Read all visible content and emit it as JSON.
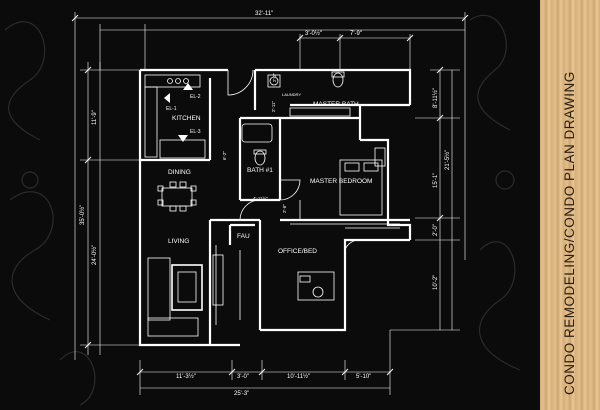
{
  "banner": {
    "title": "CONDO  REMODELING/CONDO PLAN DRAWING"
  },
  "colors": {
    "background": "#0b0b0b",
    "lines": "#ffffff",
    "banner_wood": "#d9b47d",
    "banner_text": "#2a1c10"
  },
  "rooms": {
    "kitchen": "KITCHEN",
    "dining": "DINING",
    "living": "LIVING",
    "master_bath": "MASTER BATH",
    "bath1": "BATH #1",
    "master_bedroom": "MASTER BEDROOM",
    "office_bed": "OFFICE/BED",
    "fau": "FAU",
    "laundry": "LAUNDRY"
  },
  "elevation_tags": {
    "el1": "EL-1",
    "el2": "EL-2",
    "el3": "EL-3"
  },
  "dimensions": {
    "top_overall": "32'-11\"",
    "top_a": "3'-0½\"",
    "top_b": "7'-9\"",
    "left_a": "11'-9\"",
    "left_overall": "35'-0½\"",
    "left_b": "24'-0½\"",
    "right_a": "8'-11½\"",
    "right_b": "21'-5½\"",
    "right_c": "15'-1\"",
    "right_d": "2'-0\"",
    "right_e": "10'-2\"",
    "bottom_a": "11'-3½\"",
    "bottom_b": "3'-0\"",
    "bottom_c": "10'-11½\"",
    "bottom_d": "5'-10\"",
    "bottom_overall": "25'-3\"",
    "inner_a": "2'-2\"",
    "inner_b": "2'-11\"",
    "inner_c": "4'-11½\"",
    "inner_d": "2'-6\"",
    "inner_e": "6'-2\""
  }
}
